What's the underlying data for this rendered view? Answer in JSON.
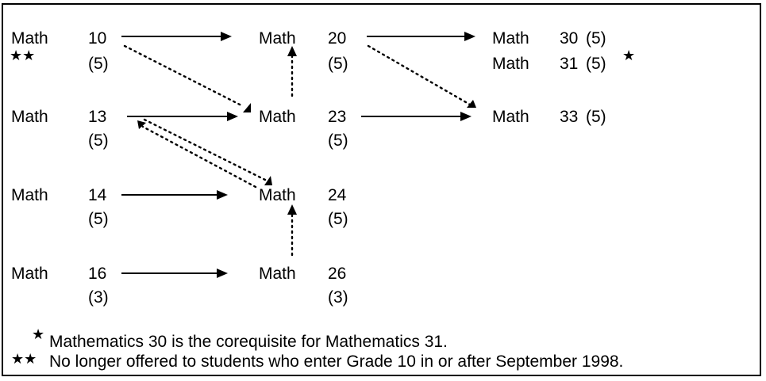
{
  "courses": [
    {
      "id": "math10",
      "word": "Math",
      "number": "10",
      "credits": "(5)",
      "stars": "★★"
    },
    {
      "id": "math13",
      "word": "Math",
      "number": "13",
      "credits": "(5)"
    },
    {
      "id": "math14",
      "word": "Math",
      "number": "14",
      "credits": "(5)"
    },
    {
      "id": "math16",
      "word": "Math",
      "number": "16",
      "credits": "(3)"
    },
    {
      "id": "math20",
      "word": "Math",
      "number": "20",
      "credits": "(5)"
    },
    {
      "id": "math23",
      "word": "Math",
      "number": "23",
      "credits": "(5)"
    },
    {
      "id": "math24",
      "word": "Math",
      "number": "24",
      "credits": "(5)"
    },
    {
      "id": "math26",
      "word": "Math",
      "number": "26",
      "credits": "(3)"
    },
    {
      "id": "math30",
      "word": "Math",
      "number": "30",
      "credits": "(5)"
    },
    {
      "id": "math31",
      "word": "Math",
      "number": "31",
      "credits": "(5)",
      "stars": "★"
    },
    {
      "id": "math33",
      "word": "Math",
      "number": "33",
      "credits": "(5)"
    }
  ],
  "connections": [
    {
      "from": "math10",
      "to": "math20",
      "style": "solid"
    },
    {
      "from": "math13",
      "to": "math23",
      "style": "solid"
    },
    {
      "from": "math14",
      "to": "math24",
      "style": "solid"
    },
    {
      "from": "math16",
      "to": "math26",
      "style": "solid"
    },
    {
      "from": "math20",
      "to": "math30",
      "style": "solid"
    },
    {
      "from": "math23",
      "to": "math33",
      "style": "solid"
    },
    {
      "from": "math10",
      "to": "math23",
      "style": "dotted"
    },
    {
      "from": "math23",
      "to": "math20",
      "style": "dotted"
    },
    {
      "from": "math20",
      "to": "math33",
      "style": "dotted"
    },
    {
      "from": "math13",
      "to": "math24",
      "style": "dotted"
    },
    {
      "from": "math24",
      "to": "math13",
      "style": "dotted"
    },
    {
      "from": "math26",
      "to": "math24",
      "style": "dotted"
    }
  ],
  "footnotes": [
    {
      "symbol": "★",
      "text": "Mathematics 30 is the corequisite for Mathematics 31."
    },
    {
      "symbol": "★★",
      "text": "No longer offered to students who enter Grade 10 in or after September 1998."
    }
  ],
  "colors": {
    "ink": "#000000",
    "background": "#ffffff"
  }
}
